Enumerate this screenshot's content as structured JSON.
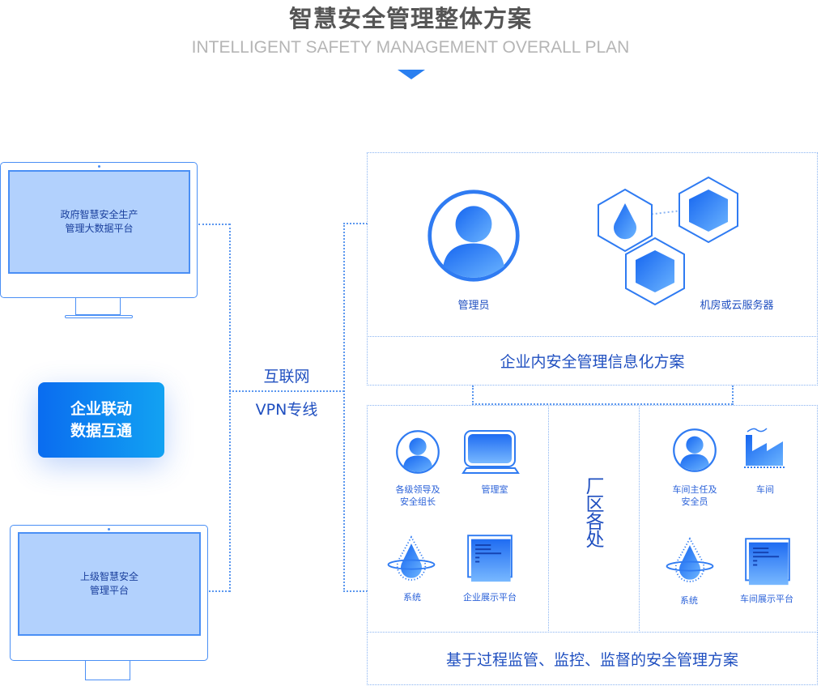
{
  "header": {
    "title": "智慧安全管理整体方案",
    "subtitle": "INTELLIGENT SAFETY MANAGEMENT OVERALL PLAN"
  },
  "left": {
    "monitor_top": {
      "line1": "政府智慧安全生产",
      "line2": "管理大数据平台"
    },
    "monitor_bottom": {
      "line1": "上级智慧安全",
      "line2": "管理平台"
    },
    "badge": {
      "line1": "企业联动",
      "line2": "数据互通"
    }
  },
  "network": {
    "internet": "互联网",
    "vpn": "VPN专线"
  },
  "enterprise": {
    "admin": "管理员",
    "server": "机房或云服务器",
    "bar": "企业内安全管理信息化方案"
  },
  "plant": {
    "left": {
      "leader_line1": "各级领导及",
      "leader_line2": "安全组长",
      "room": "管理室",
      "system": "系统",
      "display": "企业展示平台"
    },
    "center": "厂区各处",
    "right": {
      "director_line1": "车间主任及",
      "director_line2": "安全员",
      "workshop": "车间",
      "system": "系统",
      "display": "车间展示平台"
    },
    "bar": "基于过程监管、监控、监督的安全管理方案"
  },
  "colors": {
    "accent": "#2a7ff0",
    "text": "#1f4fc0"
  }
}
